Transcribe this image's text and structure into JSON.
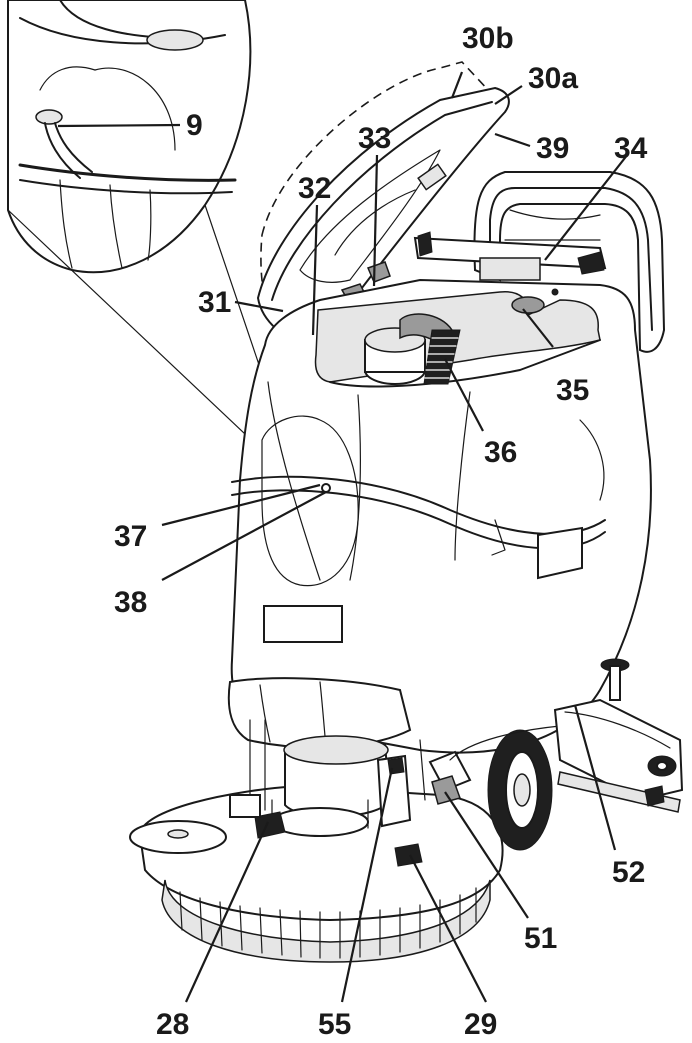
{
  "callouts": [
    {
      "id": "c-30b",
      "label": "30b"
    },
    {
      "id": "c-30a",
      "label": "30a"
    },
    {
      "id": "c-9",
      "label": "9"
    },
    {
      "id": "c-39",
      "label": "39"
    },
    {
      "id": "c-33",
      "label": "33"
    },
    {
      "id": "c-34",
      "label": "34"
    },
    {
      "id": "c-32",
      "label": "32"
    },
    {
      "id": "c-31",
      "label": "31"
    },
    {
      "id": "c-35",
      "label": "35"
    },
    {
      "id": "c-36",
      "label": "36"
    },
    {
      "id": "c-37",
      "label": "37"
    },
    {
      "id": "c-38",
      "label": "38"
    },
    {
      "id": "c-52",
      "label": "52"
    },
    {
      "id": "c-51",
      "label": "51"
    },
    {
      "id": "c-28",
      "label": "28"
    },
    {
      "id": "c-55",
      "label": "55"
    },
    {
      "id": "c-29",
      "label": "29"
    }
  ]
}
